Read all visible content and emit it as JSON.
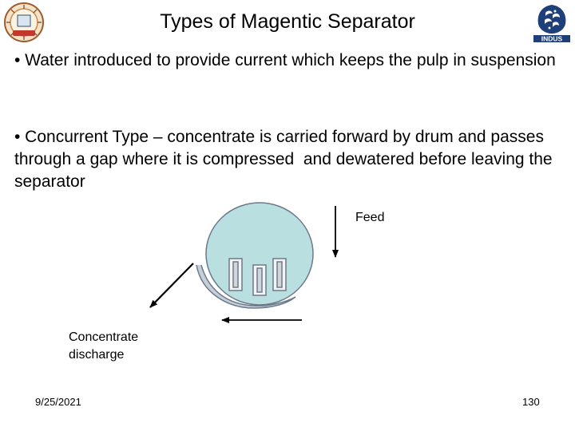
{
  "slide": {
    "title": "Types of Magentic Separator",
    "bullets": [
      "• Water introduced to provide current which keeps the pulp in suspension",
      "• Concurrent Type – concentrate is carried forward by drum and passes through a gap where it is compressed  and dewatered before leaving the separator"
    ]
  },
  "diagram": {
    "feed_label": "Feed",
    "concentrate_label": "Concentrate\ndischarge",
    "drum_fill": "#b9dfe1"
  },
  "footer": {
    "date": "9/25/2021",
    "page_number": "130"
  },
  "logos": {
    "left_icon": "institute-seal-icon",
    "right_icon": "indus-logo-icon",
    "right_logo_text": "INDUS"
  }
}
